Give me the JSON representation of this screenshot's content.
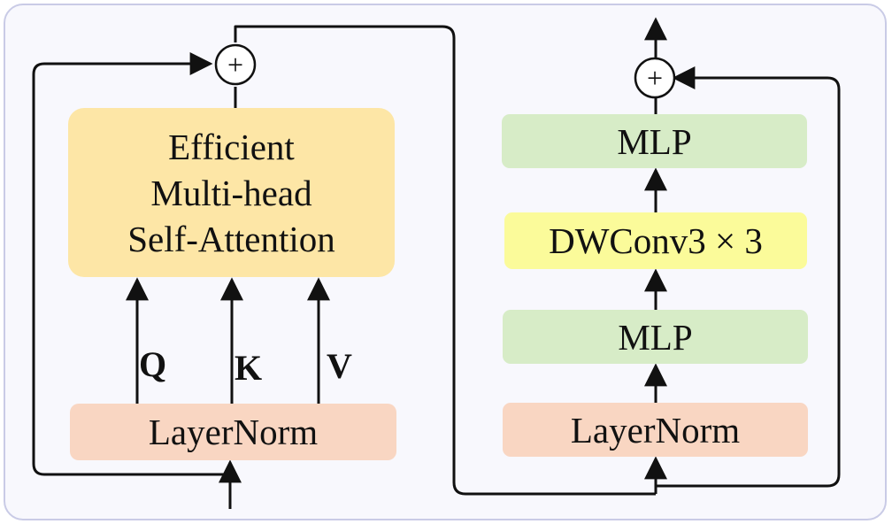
{
  "colors": {
    "frame_border": "#c9cbe6",
    "frame_fill": "#f8f8fd",
    "attention_fill": "#fde6a6",
    "layernorm_fill": "#f9d6c2",
    "mlp_fill": "#d7ecc7",
    "dwconv_fill": "#fbfb9a",
    "line": "#111111"
  },
  "attention_block": {
    "title_line1": "Efficient",
    "title_line2": "Multi-head",
    "title_line3": "Self-Attention",
    "norm_label": "LayerNorm",
    "inputs": {
      "q": "Q",
      "k": "K",
      "v": "V"
    },
    "add_symbol": "+"
  },
  "ffn_block": {
    "mlp_top": "MLP",
    "dwconv": "DWConv3 × 3",
    "mlp_bottom": "MLP",
    "norm_label": "LayerNorm",
    "add_symbol": "+"
  }
}
